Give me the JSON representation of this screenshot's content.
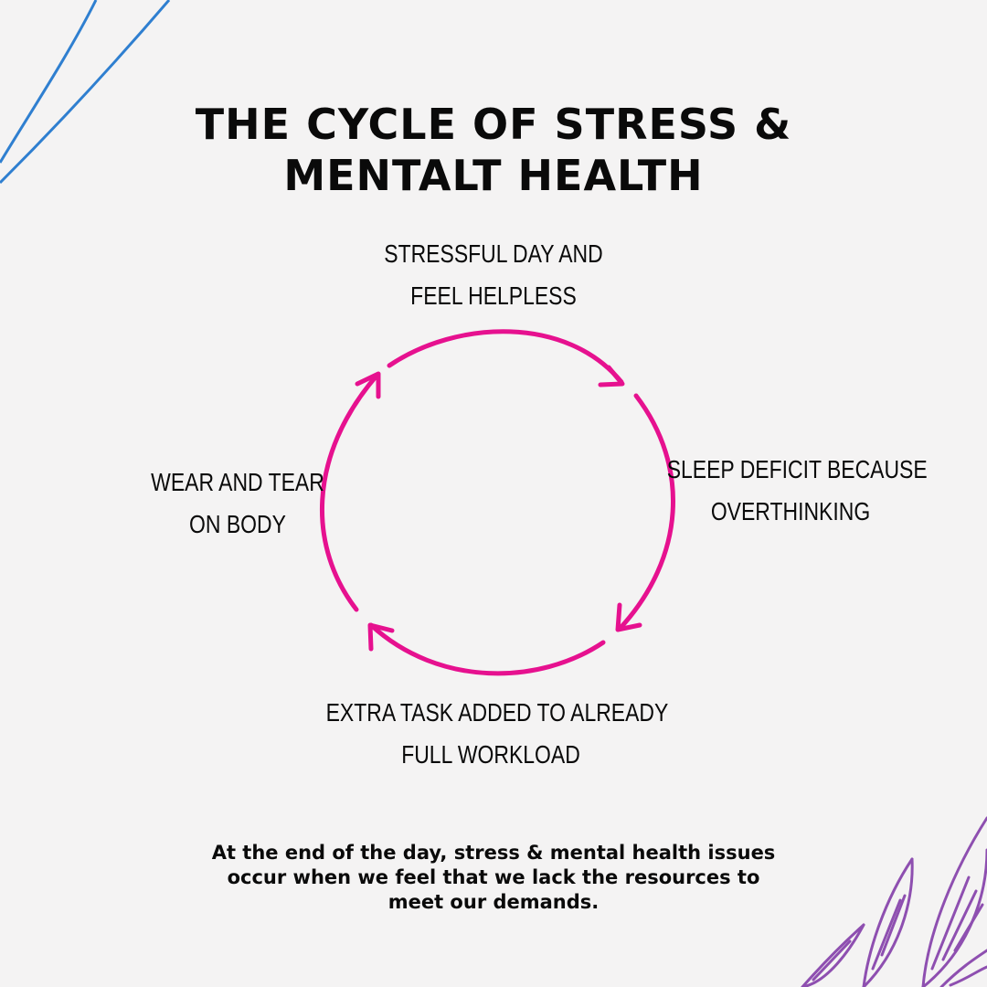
{
  "title": {
    "line1": "THE CYCLE OF STRESS &",
    "line2": "MENTALT HEALTH"
  },
  "cycle": {
    "steps": [
      {
        "line1": "STRESSFUL DAY AND",
        "line2": "FEEL HELPLESS"
      },
      {
        "line1": "SLEEP DEFICIT BECAUSE",
        "line2": "OVERTHINKING"
      },
      {
        "line1": "EXTRA TASK ADDED TO ALREADY",
        "line2": "FULL WORKLOAD"
      },
      {
        "line1": "WEAR AND TEAR",
        "line2": "ON BODY"
      }
    ]
  },
  "footer": {
    "text": "At the end of the day, stress & mental health issues occur when we feel that we lack the resources to meet our demands."
  },
  "colors": {
    "background": "#f4f3f3",
    "arrow": "#e6118f",
    "text": "#0a0a0a",
    "decor_blue": "#2f7fd0",
    "decor_purple": "#8e4fb0"
  },
  "icons": {
    "top_left_decor": "blue-line-swoosh-icon",
    "bottom_right_decor": "purple-leaf-icon"
  }
}
